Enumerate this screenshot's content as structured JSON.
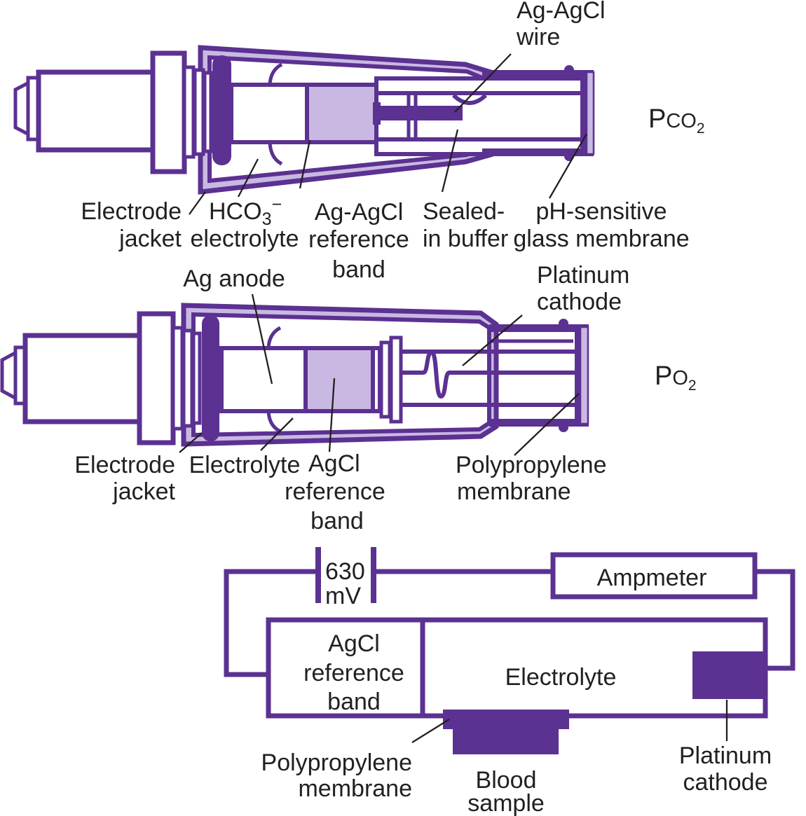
{
  "colors": {
    "purple": "#5b3191",
    "lavender": "#c9b9e2",
    "ink": "#231f20",
    "background": "#ffffff"
  },
  "top_electrode": {
    "gas": {
      "p": "P",
      "small": "CO",
      "sub": "2"
    },
    "labels": {
      "wire_line1": "Ag-AgCl",
      "wire_line2": "wire",
      "jacket_line1": "Electrode",
      "jacket_line2": "jacket",
      "electrolyte_formula_main": "HCO",
      "electrolyte_formula_sub": "3",
      "electrolyte_formula_sup": "−",
      "electrolyte_line2": "electrolyte",
      "refband_line1": "Ag-AgCl",
      "refband_line2": "reference",
      "refband_line3": "band",
      "buffer_line1": "Sealed-",
      "buffer_line2": "in buffer",
      "membrane_line1": "pH-sensitive",
      "membrane_line2": "glass membrane"
    }
  },
  "middle_electrode": {
    "gas": {
      "p": "P",
      "small": "O",
      "sub": "2"
    },
    "labels": {
      "anode": "Ag anode",
      "cathode_line1": "Platinum",
      "cathode_line2": "cathode",
      "jacket_line1": "Electrode",
      "jacket_line2": "jacket",
      "electrolyte": "Electrolyte",
      "refband_line1": "AgCl",
      "refband_line2": "reference",
      "refband_line3": "band",
      "membrane_line1": "Polypropylene",
      "membrane_line2": "membrane"
    }
  },
  "circuit": {
    "battery_line1": "630",
    "battery_line2": "mV",
    "ampmeter": "Ampmeter",
    "refband_line1": "AgCl",
    "refband_line2": "reference",
    "refband_line3": "band",
    "electrolyte": "Electrolyte",
    "cathode_line1": "Platinum",
    "cathode_line2": "cathode",
    "membrane_line1": "Polypropylene",
    "membrane_line2": "membrane",
    "blood_line1": "Blood",
    "blood_line2": "sample"
  }
}
